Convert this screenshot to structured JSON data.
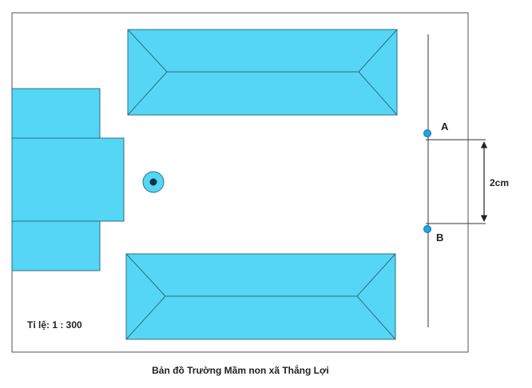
{
  "diagram": {
    "caption": "Bản đồ Trường Mầm non xã Thắng Lợi",
    "scale_label": "Tỉ lệ: 1 : 300",
    "point_a_label": "A",
    "point_b_label": "B",
    "distance_label": "2cm"
  },
  "colors": {
    "building_fill": "#55d6f5",
    "building_stroke": "#2a6f86",
    "border": "#555555",
    "point_fill": "#1ba6e8",
    "line": "#333333"
  }
}
